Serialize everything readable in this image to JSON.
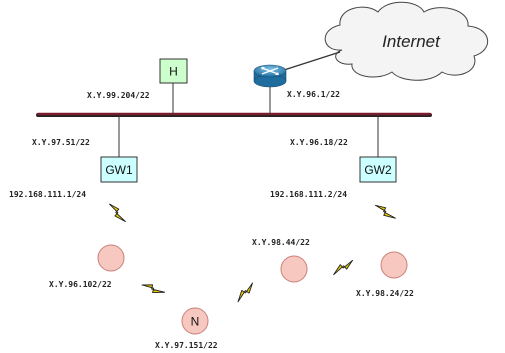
{
  "cloud": {
    "label": "Internet"
  },
  "host": {
    "label": "H",
    "address": "X.Y.99.204/22"
  },
  "router": {
    "address": "X.Y.96.1/22"
  },
  "gateways": [
    {
      "label": "GW1",
      "upper_address": "X.Y.97.51/22",
      "lower_address": "192.168.111.1/24"
    },
    {
      "label": "GW2",
      "upper_address": "X.Y.96.18/22",
      "lower_address": "192.168.111.2/24"
    }
  ],
  "nodes": [
    {
      "label": "",
      "address": "X.Y.96.102/22"
    },
    {
      "label": "N",
      "address": "X.Y.97.151/22"
    },
    {
      "label": "",
      "address": "X.Y.98.44/22"
    },
    {
      "label": "",
      "address": "X.Y.98.24/22"
    }
  ],
  "colors": {
    "bus": "#7a1c2e",
    "host_fill": "#ccffcc",
    "gateway_fill": "#ccffff",
    "node_fill": "#f7c8c0",
    "node_stroke": "#c98078",
    "lightning": "#e0c400",
    "router": "#2f7fb2",
    "cloud_fill": "#f4f4f4"
  }
}
